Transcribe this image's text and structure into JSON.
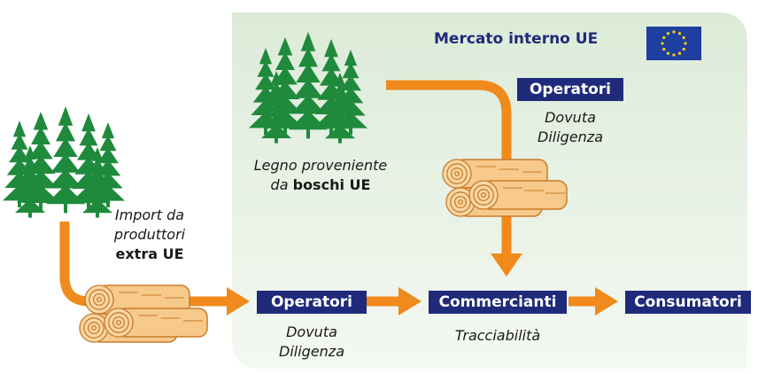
{
  "header": {
    "title": "Mercato interno UE"
  },
  "nodes": {
    "operatori_interni": {
      "label": "Operatori",
      "sub1": "Dovuta",
      "sub2": "Diligenza"
    },
    "operatori_import": {
      "label": "Operatori",
      "sub1": "Dovuta",
      "sub2": "Diligenza"
    },
    "commercianti": {
      "label": "Commercianti",
      "sub": "Tracciabilità"
    },
    "consumatori": {
      "label": "Consumatori"
    }
  },
  "sources": {
    "eu": {
      "line1": "Legno proveniente",
      "line2_pre": "da",
      "line2_bold": "boschi UE"
    },
    "import": {
      "line1": "Import da",
      "line2": "produttori",
      "line3": "extra UE"
    }
  },
  "icons": {
    "flag": "eu-flag-icon",
    "forest_eu": "forest-icon",
    "forest_import": "forest-icon",
    "logs_eu": "logs-icon",
    "logs_import": "logs-icon"
  },
  "colors": {
    "box": "#1f2a7a",
    "arrow": "#f08a1c",
    "tree": "#1f8a3c",
    "panel": "#e6efe4",
    "log": "#f7c98a",
    "log_stroke": "#c87a2a",
    "flag_bg": "#1f3fa0",
    "flag_star": "#ffd200"
  }
}
